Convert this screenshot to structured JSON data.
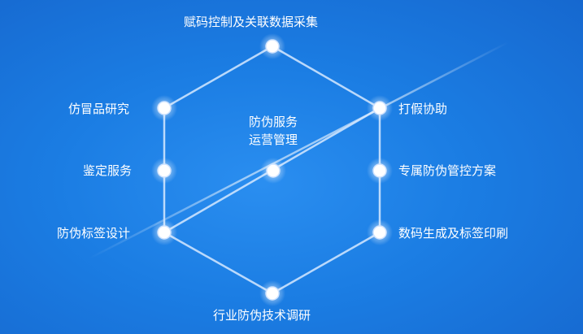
{
  "diagram": {
    "nodes": {
      "top": "赋码控制及关联数据采集",
      "upper_left": "仿冒品研究",
      "upper_right": "打假协助",
      "middle_left": "鉴定服务",
      "middle_right": "专属防伪管控方案",
      "lower_left": "防伪标签设计",
      "lower_right": "数码生成及标签印刷",
      "bottom": "行业防伪技术调研"
    },
    "center": {
      "line1": "防伪服务",
      "line2": "运营管理"
    }
  },
  "colors": {
    "background": "#1b7de3",
    "line": "#cfe6ff",
    "node_glow": "#ffffff"
  }
}
